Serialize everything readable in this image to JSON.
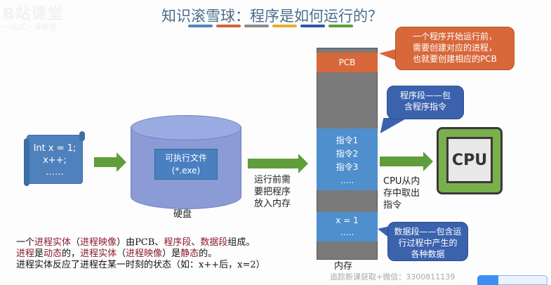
{
  "header": {
    "logo_text": "B站课堂",
    "logo_sub": "一站式一课教育",
    "title": "知识滚雪球：程序是如何运行的？",
    "accent_bars": [
      "#4f86c0",
      "#d0643a",
      "#8c8c8c",
      "#e6ad2c",
      "#2f56a0",
      "#5c9d3a"
    ]
  },
  "source_code": {
    "lines": [
      "Int x = 1;",
      "x++;",
      "……"
    ]
  },
  "disk": {
    "file_line1": "可执行文件",
    "file_line2": "(*.exe)",
    "label": "硬盘"
  },
  "load_label": [
    "运行前需",
    "要把程序",
    "放入内存"
  ],
  "memory": {
    "pcb": "PCB",
    "instructions": [
      "指令1",
      "指令2",
      "指令3",
      "….."
    ],
    "data": [
      "x = 1",
      "….."
    ],
    "label": "内存"
  },
  "bubbles": {
    "pcb_note": [
      "一个程序开始运行前，",
      "需要创建对应的进程，",
      "也就要创建相应的PCB"
    ],
    "code_note": [
      "程序段——包",
      "含程序指令"
    ],
    "data_note": [
      "数据段——包含运",
      "行过程中产生的",
      "各种数据"
    ]
  },
  "cpu": {
    "chip_label": "CPU",
    "fetch_label": [
      "CPU从内",
      "存中取出",
      "指令"
    ]
  },
  "notes": {
    "line1": [
      {
        "text": "一个",
        "red": false
      },
      {
        "text": "进程实体",
        "red": true
      },
      {
        "text": "（",
        "red": false
      },
      {
        "text": "进程映像",
        "red": true
      },
      {
        "text": "）由PCB、",
        "red": false
      },
      {
        "text": "程序段",
        "red": true
      },
      {
        "text": "、",
        "red": false
      },
      {
        "text": "数据段",
        "red": true
      },
      {
        "text": "组成。",
        "red": false
      }
    ],
    "line2": [
      {
        "text": "进程",
        "red": true
      },
      {
        "text": "是",
        "red": false
      },
      {
        "text": "动态",
        "red": true
      },
      {
        "text": "的，",
        "red": false
      },
      {
        "text": "进程实体",
        "red": true
      },
      {
        "text": "（",
        "red": false
      },
      {
        "text": "进程映像",
        "red": true
      },
      {
        "text": "）是",
        "red": false
      },
      {
        "text": "静态",
        "red": true
      },
      {
        "text": "的。",
        "red": false
      }
    ],
    "line3": "进程实体反应了进程在某一时刻的状态（如：x++后，x=2）"
  },
  "watermark": "追踪新课获取+微信：3300811139"
}
